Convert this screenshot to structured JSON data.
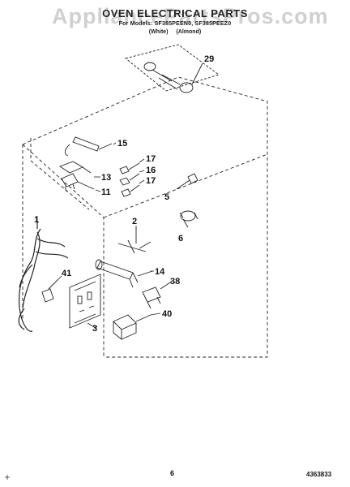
{
  "header": {
    "watermark": "AppliancePartsPros.com",
    "title": "OVEN ELECTRICAL PARTS",
    "models": "For Models: SF385PEEN0, SF385PEEZ0",
    "color_white": "(White)",
    "color_almond": "(Almond)"
  },
  "callouts": [
    "29",
    "15",
    "17",
    "16",
    "17",
    "13",
    "11",
    "5",
    "1",
    "2",
    "6",
    "41",
    "14",
    "38",
    "3",
    "40"
  ],
  "footer": {
    "page_number": "6",
    "document_number": "4363833"
  }
}
